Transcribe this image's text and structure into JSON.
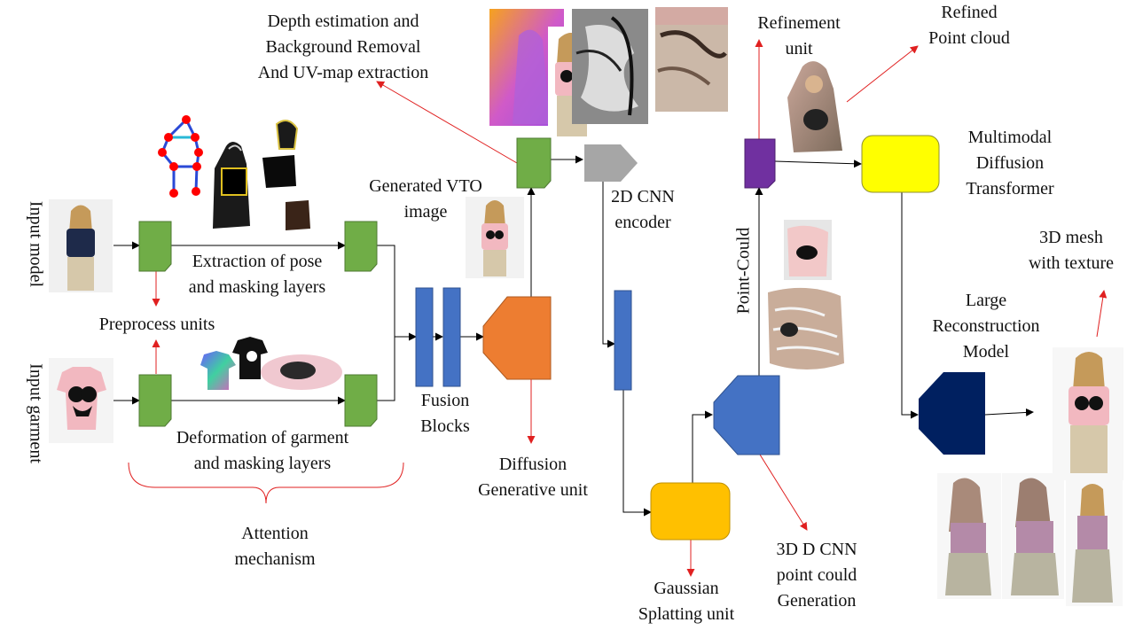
{
  "labels": {
    "input_model": "Input model",
    "input_garment": "Input garment",
    "preprocess_units": "Preprocess units",
    "extraction_line1": "Extraction of pose",
    "extraction_line2": "and masking layers",
    "deformation_line1": "Deformation of garment",
    "deformation_line2": "and masking layers",
    "attention_line1": "Attention",
    "attention_line2": "mechanism",
    "fusion_line1": "Fusion",
    "fusion_line2": "Blocks",
    "diffusion_line1": "Diffusion",
    "diffusion_line2": "Generative unit",
    "generated_vto_line1": "Generated VTO",
    "generated_vto_line2": "image",
    "depth_line1": "Depth estimation and",
    "depth_line2": "Background Removal",
    "depth_line3": "And UV-map  extraction",
    "cnn2d_line1": "2D CNN",
    "cnn2d_line2": "encoder",
    "point_could": "Point-Could",
    "refinement_line1": "Refinement",
    "refinement_line2": "unit",
    "refined_line1": "Refined",
    "refined_line2": "Point cloud",
    "mdt_line1": "Multimodal",
    "mdt_line2": "Diffusion",
    "mdt_line3": "Transformer",
    "mesh_line1": "3D mesh",
    "mesh_line2": "with texture",
    "lrm_line1": "Large",
    "lrm_line2": "Reconstruction",
    "lrm_line3": "Model",
    "gaussian_line1": "Gaussian",
    "gaussian_line2": "Splatting unit",
    "cnn3d_line1": "3D D CNN",
    "cnn3d_line2": "point could",
    "cnn3d_line3": "Generation"
  },
  "colors": {
    "green_unit": "#70ad47",
    "blue_block": "#4472c4",
    "orange_unit": "#ed7d31",
    "gray_encoder": "#a6a6a6",
    "purple_unit": "#7030a0",
    "yellow_unit": "#ffff00",
    "gold_unit": "#ffc000",
    "navy_unit": "#002060",
    "annotation_arrow": "#e02020",
    "flow_arrow": "#000000",
    "pose_joint": "#ff0000"
  }
}
